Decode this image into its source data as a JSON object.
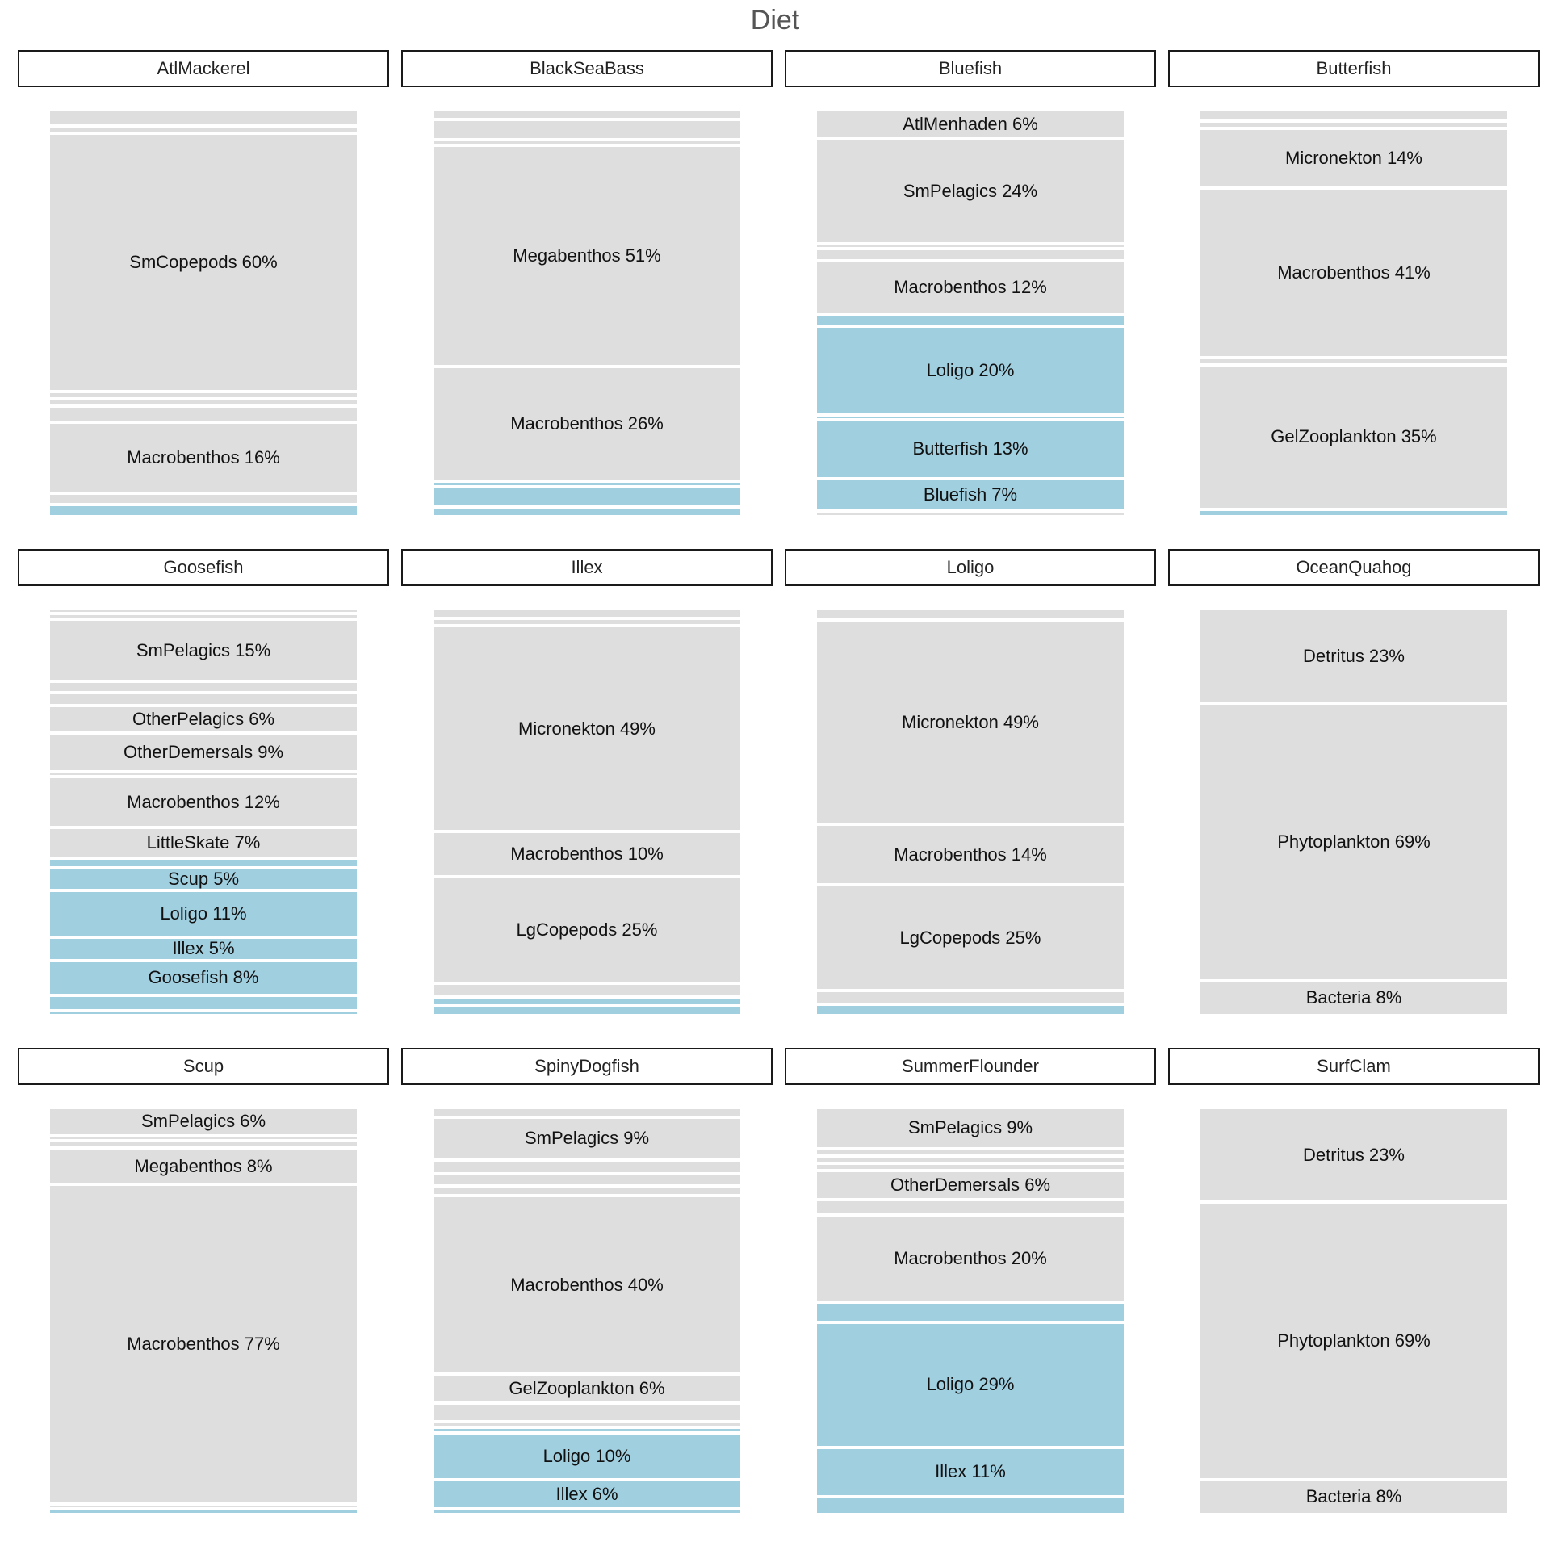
{
  "title": "Diet",
  "colors": {
    "prey": "#dedede",
    "cephalopod_or_fish": "#a0cfe0"
  },
  "chart_data": {
    "type": "stacked-bar-facets",
    "title": "Diet",
    "facets": [
      {
        "name": "AtlMackerel",
        "segments": [
          {
            "label": "",
            "value": 3,
            "group": "grey"
          },
          {
            "label": "",
            "value": 1,
            "group": "grey"
          },
          {
            "label": "SmCopepods 60%",
            "value": 60,
            "group": "grey"
          },
          {
            "label": "",
            "value": 1,
            "group": "grey"
          },
          {
            "label": "",
            "value": 1,
            "group": "grey"
          },
          {
            "label": "",
            "value": 3,
            "group": "grey"
          },
          {
            "label": "Macrobenthos 16%",
            "value": 16,
            "group": "grey"
          },
          {
            "label": "",
            "value": 2,
            "group": "grey"
          },
          {
            "label": "",
            "value": 2,
            "group": "blue"
          }
        ]
      },
      {
        "name": "BlackSeaBass",
        "segments": [
          {
            "label": "",
            "value": 1.5,
            "group": "grey"
          },
          {
            "label": "",
            "value": 4,
            "group": "grey"
          },
          {
            "label": "",
            "value": 0.5,
            "group": "grey"
          },
          {
            "label": "Megabenthos 51%",
            "value": 51,
            "group": "grey"
          },
          {
            "label": "Macrobenthos 26%",
            "value": 26,
            "group": "grey"
          },
          {
            "label": "",
            "value": 0.5,
            "group": "blue"
          },
          {
            "label": "",
            "value": 4,
            "group": "blue"
          },
          {
            "label": "",
            "value": 1.5,
            "group": "blue"
          }
        ]
      },
      {
        "name": "Bluefish",
        "segments": [
          {
            "label": "AtlMenhaden 6%",
            "value": 6,
            "group": "grey"
          },
          {
            "label": "SmPelagics 24%",
            "value": 24,
            "group": "grey"
          },
          {
            "label": "",
            "value": 0.5,
            "group": "grey"
          },
          {
            "label": "",
            "value": 2,
            "group": "grey"
          },
          {
            "label": "Macrobenthos 12%",
            "value": 12,
            "group": "grey"
          },
          {
            "label": "",
            "value": 2,
            "group": "blue"
          },
          {
            "label": "Loligo 20%",
            "value": 20,
            "group": "blue"
          },
          {
            "label": "",
            "value": 0.5,
            "group": "blue"
          },
          {
            "label": "Butterfish 13%",
            "value": 13,
            "group": "blue"
          },
          {
            "label": "Bluefish 7%",
            "value": 7,
            "group": "blue"
          },
          {
            "label": "",
            "value": 0.5,
            "group": "grey"
          }
        ]
      },
      {
        "name": "Butterfish",
        "segments": [
          {
            "label": "",
            "value": 2,
            "group": "grey"
          },
          {
            "label": "",
            "value": 1,
            "group": "grey"
          },
          {
            "label": "Micronekton 14%",
            "value": 14,
            "group": "grey"
          },
          {
            "label": "Macrobenthos 41%",
            "value": 41,
            "group": "grey"
          },
          {
            "label": "",
            "value": 1,
            "group": "grey"
          },
          {
            "label": "GelZooplankton 35%",
            "value": 35,
            "group": "grey"
          },
          {
            "label": "",
            "value": 1,
            "group": "blue"
          }
        ]
      },
      {
        "name": "Goosefish",
        "segments": [
          {
            "label": "",
            "value": 0.5,
            "group": "grey"
          },
          {
            "label": "",
            "value": 0.5,
            "group": "grey"
          },
          {
            "label": "SmPelagics 15%",
            "value": 15,
            "group": "grey"
          },
          {
            "label": "",
            "value": 2,
            "group": "grey"
          },
          {
            "label": "",
            "value": 2.5,
            "group": "grey"
          },
          {
            "label": "OtherPelagics 6%",
            "value": 6,
            "group": "grey"
          },
          {
            "label": "OtherDemersals 9%",
            "value": 9,
            "group": "grey"
          },
          {
            "label": "",
            "value": 0.5,
            "group": "grey"
          },
          {
            "label": "Macrobenthos 12%",
            "value": 12,
            "group": "grey"
          },
          {
            "label": "LittleSkate 7%",
            "value": 7,
            "group": "grey"
          },
          {
            "label": "",
            "value": 1.5,
            "group": "blue"
          },
          {
            "label": "Scup 5%",
            "value": 5,
            "group": "blue"
          },
          {
            "label": "Loligo 11%",
            "value": 11,
            "group": "blue"
          },
          {
            "label": "Illex 5%",
            "value": 5,
            "group": "blue"
          },
          {
            "label": "Goosefish 8%",
            "value": 8,
            "group": "blue"
          },
          {
            "label": "",
            "value": 3,
            "group": "blue"
          },
          {
            "label": "",
            "value": 0.5,
            "group": "blue"
          }
        ]
      },
      {
        "name": "Illex",
        "segments": [
          {
            "label": "",
            "value": 1.5,
            "group": "grey"
          },
          {
            "label": "",
            "value": 1,
            "group": "grey"
          },
          {
            "label": "Micronekton 49%",
            "value": 49,
            "group": "grey"
          },
          {
            "label": "Macrobenthos 10%",
            "value": 10,
            "group": "grey"
          },
          {
            "label": "LgCopepods 25%",
            "value": 25,
            "group": "grey"
          },
          {
            "label": "",
            "value": 2.5,
            "group": "grey"
          },
          {
            "label": "",
            "value": 1.5,
            "group": "blue"
          },
          {
            "label": "",
            "value": 1.5,
            "group": "blue"
          }
        ]
      },
      {
        "name": "Loligo",
        "segments": [
          {
            "label": "",
            "value": 2,
            "group": "grey"
          },
          {
            "label": "Micronekton 49%",
            "value": 49,
            "group": "grey"
          },
          {
            "label": "Macrobenthos 14%",
            "value": 14,
            "group": "grey"
          },
          {
            "label": "LgCopepods 25%",
            "value": 25,
            "group": "grey"
          },
          {
            "label": "",
            "value": 2.5,
            "group": "grey"
          },
          {
            "label": "",
            "value": 2,
            "group": "blue"
          }
        ]
      },
      {
        "name": "OceanQuahog",
        "segments": [
          {
            "label": "Detritus 23%",
            "value": 23,
            "group": "grey"
          },
          {
            "label": "Phytoplankton 69%",
            "value": 69,
            "group": "grey"
          },
          {
            "label": "Bacteria 8%",
            "value": 8,
            "group": "grey"
          }
        ]
      },
      {
        "name": "Scup",
        "segments": [
          {
            "label": "SmPelagics 6%",
            "value": 6,
            "group": "grey"
          },
          {
            "label": "",
            "value": 0.5,
            "group": "grey"
          },
          {
            "label": "",
            "value": 1,
            "group": "grey"
          },
          {
            "label": "Megabenthos 8%",
            "value": 8,
            "group": "grey"
          },
          {
            "label": "Macrobenthos 77%",
            "value": 77,
            "group": "grey"
          },
          {
            "label": "",
            "value": 0.5,
            "group": "grey"
          },
          {
            "label": "",
            "value": 0.5,
            "group": "blue"
          }
        ]
      },
      {
        "name": "SpinyDogfish",
        "segments": [
          {
            "label": "",
            "value": 1.5,
            "group": "grey"
          },
          {
            "label": "SmPelagics 9%",
            "value": 9,
            "group": "grey"
          },
          {
            "label": "",
            "value": 2.5,
            "group": "grey"
          },
          {
            "label": "",
            "value": 2,
            "group": "grey"
          },
          {
            "label": "",
            "value": 1.5,
            "group": "grey"
          },
          {
            "label": "Macrobenthos 40%",
            "value": 40,
            "group": "grey"
          },
          {
            "label": "GelZooplankton 6%",
            "value": 6,
            "group": "grey"
          },
          {
            "label": "",
            "value": 3.5,
            "group": "grey"
          },
          {
            "label": "",
            "value": 0.5,
            "group": "grey"
          },
          {
            "label": "",
            "value": 0.5,
            "group": "blue"
          },
          {
            "label": "Loligo 10%",
            "value": 10,
            "group": "blue"
          },
          {
            "label": "Illex 6%",
            "value": 6,
            "group": "blue"
          },
          {
            "label": "",
            "value": 0.5,
            "group": "blue"
          }
        ]
      },
      {
        "name": "SummerFlounder",
        "segments": [
          {
            "label": "SmPelagics 9%",
            "value": 9,
            "group": "grey"
          },
          {
            "label": "",
            "value": 1,
            "group": "grey"
          },
          {
            "label": "",
            "value": 1,
            "group": "grey"
          },
          {
            "label": "",
            "value": 1,
            "group": "grey"
          },
          {
            "label": "OtherDemersals 6%",
            "value": 6,
            "group": "grey"
          },
          {
            "label": "",
            "value": 3,
            "group": "grey"
          },
          {
            "label": "Macrobenthos 20%",
            "value": 20,
            "group": "grey"
          },
          {
            "label": "",
            "value": 4,
            "group": "blue"
          },
          {
            "label": "Loligo 29%",
            "value": 29,
            "group": "blue"
          },
          {
            "label": "Illex 11%",
            "value": 11,
            "group": "blue"
          },
          {
            "label": "",
            "value": 3.5,
            "group": "blue"
          }
        ]
      },
      {
        "name": "SurfClam",
        "segments": [
          {
            "label": "Detritus 23%",
            "value": 23,
            "group": "grey"
          },
          {
            "label": "Phytoplankton 69%",
            "value": 69,
            "group": "grey"
          },
          {
            "label": "Bacteria 8%",
            "value": 8,
            "group": "grey"
          }
        ]
      }
    ]
  }
}
